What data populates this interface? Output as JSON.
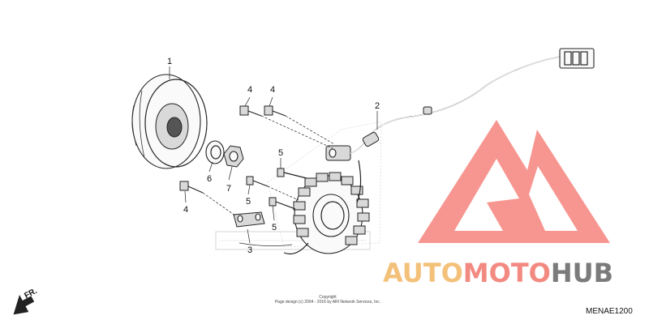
{
  "callouts": [
    {
      "id": "flywheel",
      "text": "1"
    },
    {
      "id": "stator-harness",
      "text": "2"
    },
    {
      "id": "wire-clamp",
      "text": "3"
    },
    {
      "id": "bolt-upper-left",
      "text": "4"
    },
    {
      "id": "bolt-upper-right",
      "text": "4"
    },
    {
      "id": "bolt-lower",
      "text": "4"
    },
    {
      "id": "bolt-stator-top",
      "text": "5"
    },
    {
      "id": "bolt-stator-mid",
      "text": "5"
    },
    {
      "id": "bolt-stator-low",
      "text": "5"
    },
    {
      "id": "washer",
      "text": "6"
    },
    {
      "id": "nut",
      "text": "7"
    }
  ],
  "watermark": {
    "brand_part_1": "AUTO",
    "brand_part_2": "MOTO",
    "brand_part_3": "HUB",
    "colors": {
      "auto": "#f3c17a",
      "moto": "#f28a82",
      "hub": "#7b7b7b",
      "logo": "#f05a52"
    }
  },
  "copyright": {
    "line1": "Copyright",
    "line2": "Page design (c) 2004 - 2016 by ARI Network Services, Inc."
  },
  "diagram_code": "MENAE1200",
  "direction_label": "FR."
}
